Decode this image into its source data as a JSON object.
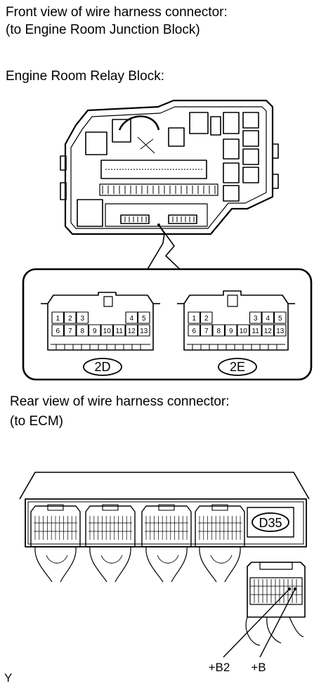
{
  "captions": {
    "front_line1": "Front view of wire harness connector:",
    "front_line2": "(to Engine Room Junction Block)",
    "relay_block": "Engine Room Relay Block:",
    "rear_line1": "Rear view of wire harness connector:",
    "rear_line2": "(to ECM)"
  },
  "connectors": {
    "c2d": {
      "code": "2D",
      "row1": [
        "1",
        "2",
        "3",
        "4",
        "5"
      ],
      "row2": [
        "6",
        "7",
        "8",
        "9",
        "10",
        "11",
        "12",
        "13"
      ]
    },
    "c2e": {
      "code": "2E",
      "row1": [
        "1",
        "2",
        "3",
        "4",
        "5"
      ],
      "row2": [
        "6",
        "7",
        "8",
        "9",
        "10",
        "11",
        "12",
        "13"
      ]
    }
  },
  "ecm": {
    "code": "D35",
    "pin_labels": {
      "b2": "+B2",
      "b": "+B"
    }
  },
  "figure_code": "Y"
}
